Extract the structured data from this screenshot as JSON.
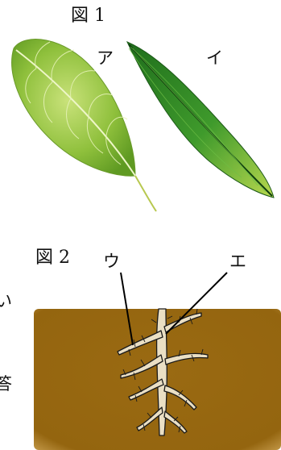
{
  "figure1": {
    "title": "図 1",
    "leaf_a_label": "ア",
    "leaf_i_label": "イ"
  },
  "figure2": {
    "title": "図 2",
    "label_u": "ウ",
    "label_e": "エ"
  },
  "margin_text": {
    "line1": "い",
    "line2": "答"
  },
  "colors": {
    "soil": "#9a6a12",
    "leaf_a": "#8ec23a",
    "leaf_i": "#2f8f2a",
    "root": "#e8dcc0"
  }
}
